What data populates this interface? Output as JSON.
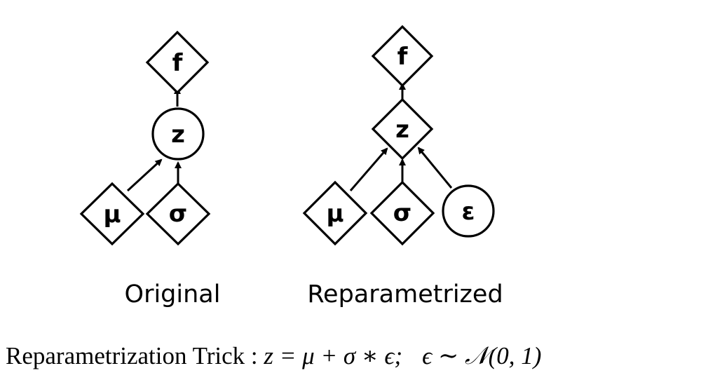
{
  "panels": {
    "original": {
      "caption": "Original",
      "nodes": {
        "f": {
          "label": "f",
          "shape": "diamond"
        },
        "z": {
          "label": "z",
          "shape": "circle"
        },
        "mu": {
          "label": "μ",
          "shape": "diamond"
        },
        "sigma": {
          "label": "σ",
          "shape": "diamond"
        }
      },
      "edges": [
        {
          "from": "z",
          "to": "f"
        },
        {
          "from": "mu",
          "to": "z"
        },
        {
          "from": "sigma",
          "to": "z"
        }
      ]
    },
    "reparametrized": {
      "caption": "Reparametrized",
      "nodes": {
        "f": {
          "label": "f",
          "shape": "diamond"
        },
        "z": {
          "label": "z",
          "shape": "diamond"
        },
        "mu": {
          "label": "μ",
          "shape": "diamond"
        },
        "sigma": {
          "label": "σ",
          "shape": "diamond"
        },
        "epsilon": {
          "label": "ε",
          "shape": "circle"
        }
      },
      "edges": [
        {
          "from": "z",
          "to": "f"
        },
        {
          "from": "mu",
          "to": "z"
        },
        {
          "from": "sigma",
          "to": "z"
        },
        {
          "from": "epsilon",
          "to": "z"
        }
      ]
    }
  },
  "formula": {
    "prefix": "Reparametrization Trick : ",
    "equation": "z = μ + σ ∗ ϵ;",
    "distribution": "ϵ ∼ 𝒩(0, 1)"
  }
}
